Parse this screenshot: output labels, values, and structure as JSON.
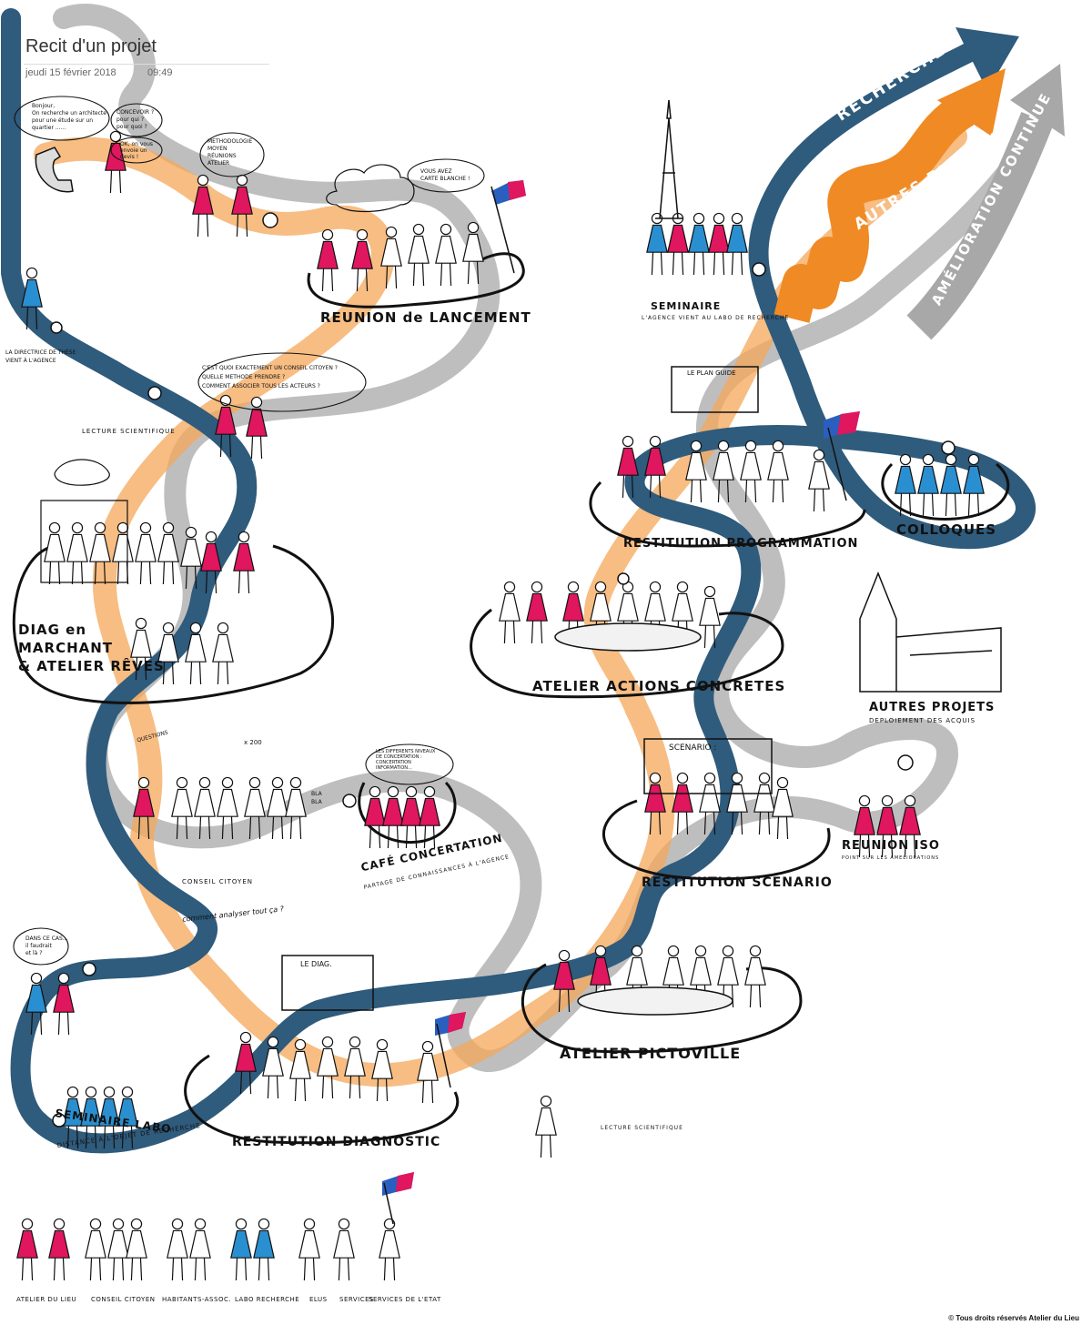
{
  "header": {
    "title": "Recit d'un projet",
    "date": "jeudi 15 février 2018",
    "time": "09:49"
  },
  "colors": {
    "blue_path": "#2f5b7c",
    "orange_path": "#f4a75a",
    "grey_path": "#a8a8a8",
    "pink": "#e0165f",
    "light_blue": "#2a8fd0"
  },
  "arrows": {
    "recherche": "RECHERCHE",
    "autres_projets": "AUTRES PROJETS",
    "amelioration": "AMÉLIORATION CONTINUE"
  },
  "steps": {
    "reunion_lancement": "REUNION de LANCEMENT",
    "seminaire": "SEMINAIRE",
    "seminaire_sub": "L'AGENCE VIENT AU LABO DE RECHERCHE",
    "directrice": "LA DIRECTRICE DE THÈSE\nVIENT À L'AGENCE",
    "lecture1": "LECTURE SCIENTIFIQUE",
    "diag": "DIAG en\nMARCHANT\n& ATELIER RÊVES",
    "restitution_prog": "RESTITUTION PROGRAMMATION",
    "colloques": "COLLOQUES",
    "atelier_actions": "ATELIER ACTIONS CONCRETES",
    "autres_projets": "AUTRES PROJETS",
    "autres_projets_sub": "DEPLOIEMENT DES ACQUIS",
    "cafe": "CAFÉ CONCERTATION",
    "cafe_sub": "PARTAGE DE CONNAISSANCES À L'AGENCE",
    "conseil": "CONSEIL CITOYEN",
    "comment": "comment analyser tout ça ?",
    "restitution_scenario": "RESTITUTION SCENARIO",
    "reunion_iso": "REUNION ISO",
    "reunion_iso_sub": "POINT SUR LES AMELIORATIONS",
    "atelier_picto": "ATELIER PICTOVILLE",
    "seminaire_labo": "SEMINAIRE LABO",
    "seminaire_labo_sub": "DISTANCE À L'OBJET DE RECHERCHE",
    "restitution_diag": "RESTITUTION DIAGNOSTIC",
    "lecture2": "LECTURE SCIENTIFIQUE"
  },
  "bubbles": {
    "bonjour": "Bonjour,\nOn recherche un architecte\npour une étude sur un\nquartier ......",
    "concevoir": "CONCEVOIR ?\npour qui ?\npour quoi ?",
    "ok": "OK, on vous\nenvoie un\ndevis !",
    "methodologie": "METHODOLOGIE\nMOYEN\nRÉUNIONS\nATELIER",
    "carte": "VOUS AVEZ\nCARTE BLANCHE !",
    "conseil_q": "C'EST QUOI EXACTEMENT UN CONSEIL CITOYEN ?\nQUELLE METHODE PRENDRE ?\nCOMMENT ASSOCIER TOUS LES ACTEURS ?",
    "plan_guide": "LE PLAN GUIDE",
    "scenario": "SCENARIO :",
    "le_diag": "LE DIAG.",
    "dans_ce_cas": "DANS CE CAS...\nil faudrait\net là ?",
    "niveaux": "LES DIFFERENTS NIVEAUX\nDE CONCERTATION :\nCONCERTATION\nINFORMATION...",
    "questions": "QUESTIONS",
    "x200": "x 200",
    "bla": "BLA\nBLA"
  },
  "legend": [
    {
      "label": "ATELIER DU LIEU",
      "color": "#e0165f"
    },
    {
      "label": "CONSEIL CITOYEN",
      "color": "#ffffff"
    },
    {
      "label": "HABITANTS-ASSOC.",
      "color": "#ffffff"
    },
    {
      "label": "LABO RECHERCHE",
      "color": "#2a8fd0"
    },
    {
      "label": "ELUS",
      "color": "#ffffff"
    },
    {
      "label": "SERVICES",
      "color": "#ffffff"
    },
    {
      "label": "SERVICES DE L'ETAT",
      "color": "#ffffff"
    }
  ],
  "copyright": "© Tous droits réservés Atelier du Lieu"
}
